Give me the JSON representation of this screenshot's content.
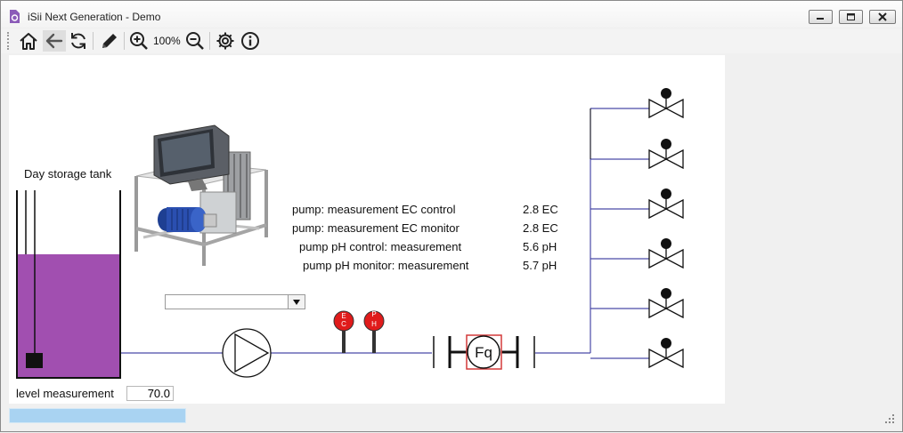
{
  "window": {
    "title": "iSii Next Generation - Demo"
  },
  "toolbar": {
    "zoom_level": "100%"
  },
  "process": {
    "tank_title": "Day storage tank",
    "level_label": "level measurement",
    "level_value": "70.0",
    "dropdown_value": "",
    "ec_tag": "E\nC",
    "ph_tag": "P\nH",
    "flow_tag": "Fq",
    "readings": [
      {
        "label": "pump: measurement EC control",
        "value": "2.8 EC"
      },
      {
        "label": "pump: measurement EC monitor",
        "value": "2.8 EC"
      },
      {
        "label": "pump pH control: measurement",
        "value": "5.6 pH"
      },
      {
        "label": "pump pH monitor: measurement",
        "value": "5.7 pH"
      }
    ],
    "colors": {
      "liquid": "#a14fb0",
      "pipe": "#4a4aa8",
      "sensor": "#e01b1b",
      "progress": "#a9d3f2"
    }
  }
}
